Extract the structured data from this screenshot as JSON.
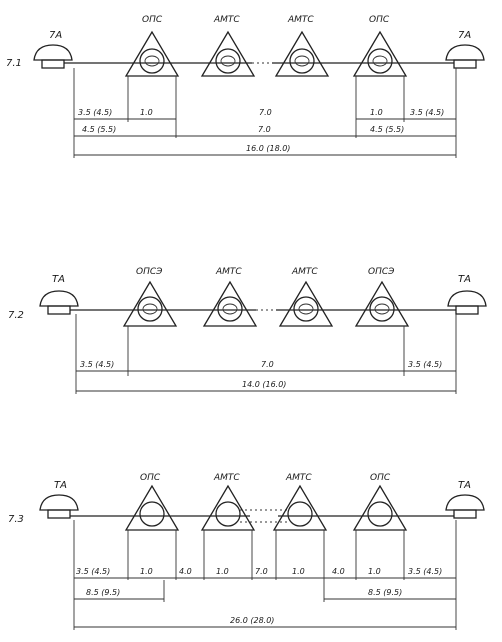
{
  "rows": [
    {
      "label": "7.1",
      "ta_left": "7A",
      "ta_right": "7A",
      "nodes": [
        "ОПС",
        "АМТС",
        "АМТС",
        "ОПС"
      ],
      "dims_top": [
        "3.5 (4.5)",
        "1.0",
        "7.0",
        "1.0",
        "3.5 (4.5)"
      ],
      "dims_mid": [
        "4.5 (5.5)",
        "7.0",
        "4.5 (5.5)"
      ],
      "dims_total": "16.0 (18.0)"
    },
    {
      "label": "7.2",
      "ta_left": "ТА",
      "ta_right": "ТА",
      "nodes": [
        "ОПСЭ",
        "АМТС",
        "АМТС",
        "ОПСЭ"
      ],
      "dims_top": [
        "3.5 (4.5)",
        "7.0",
        "3.5 (4.5)"
      ],
      "dims_total": "14.0 (16.0)"
    },
    {
      "label": "7.3",
      "ta_left": "ТА",
      "ta_right": "ТА",
      "nodes": [
        "ОПС",
        "АМТС",
        "АМТС",
        "ОПС"
      ],
      "dims_top": [
        "3.5 (4.5)",
        "1.0",
        "4.0",
        "1.0",
        "7.0",
        "1.0",
        "4.0",
        "1.0",
        "3.5 (4.5)"
      ],
      "dims_mid": [
        "8.5 (9.5)",
        "8.5 (9.5)"
      ],
      "dims_total": "26.0 (28.0)"
    }
  ]
}
